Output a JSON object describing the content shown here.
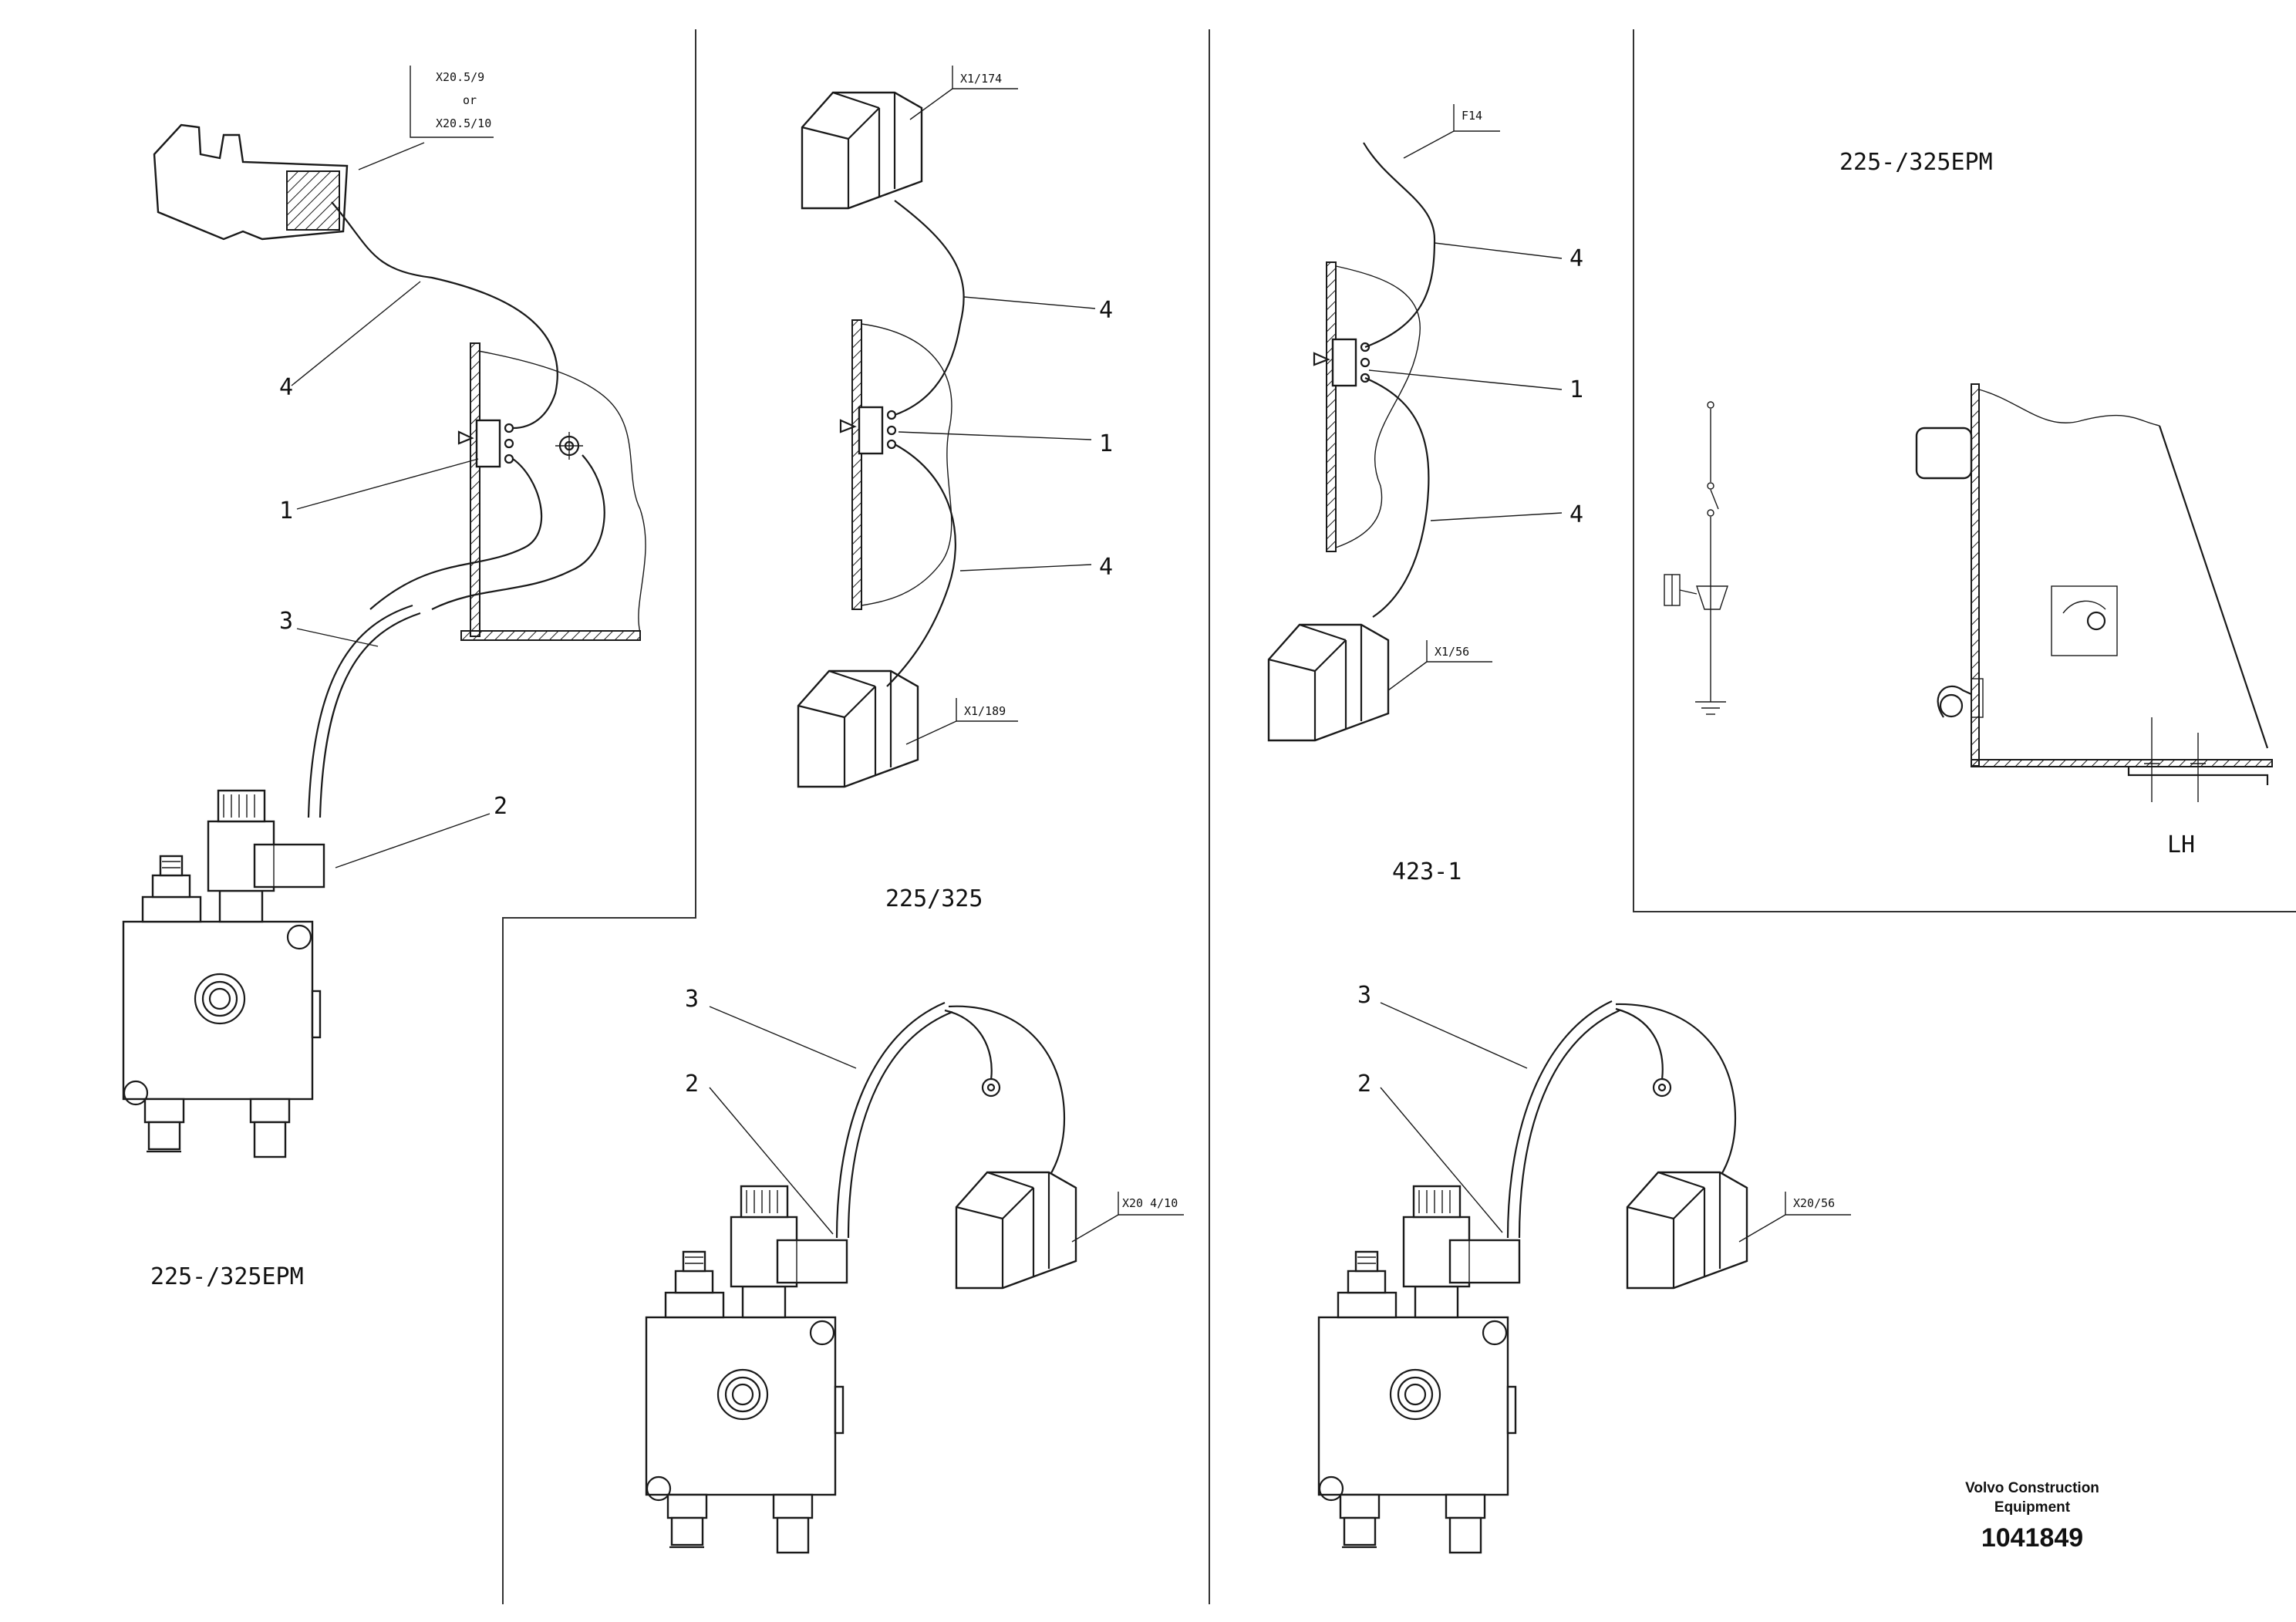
{
  "panels": {
    "top_left_title": "225-/325EPM",
    "top_middle_title": "225/325",
    "top_right_middle_title": "423-1",
    "top_right_title": "225-/325EPM",
    "side_view_label": "LH"
  },
  "connector_refs": {
    "x20_5_9": "X20.5/9",
    "or": "or",
    "x20_5_10": "X20.5/10",
    "x1_174": "X1/174",
    "x1_189": "X1/189",
    "f14": "F14",
    "x1_56": "X1/56",
    "x20_4_10": "X20 4/10",
    "x20_56": "X20/56"
  },
  "callouts": {
    "one": "1",
    "two": "2",
    "three": "3",
    "four": "4"
  },
  "footer": {
    "company_line1": "Volvo Construction",
    "company_line2": "Equipment",
    "document_number": "1041849"
  }
}
